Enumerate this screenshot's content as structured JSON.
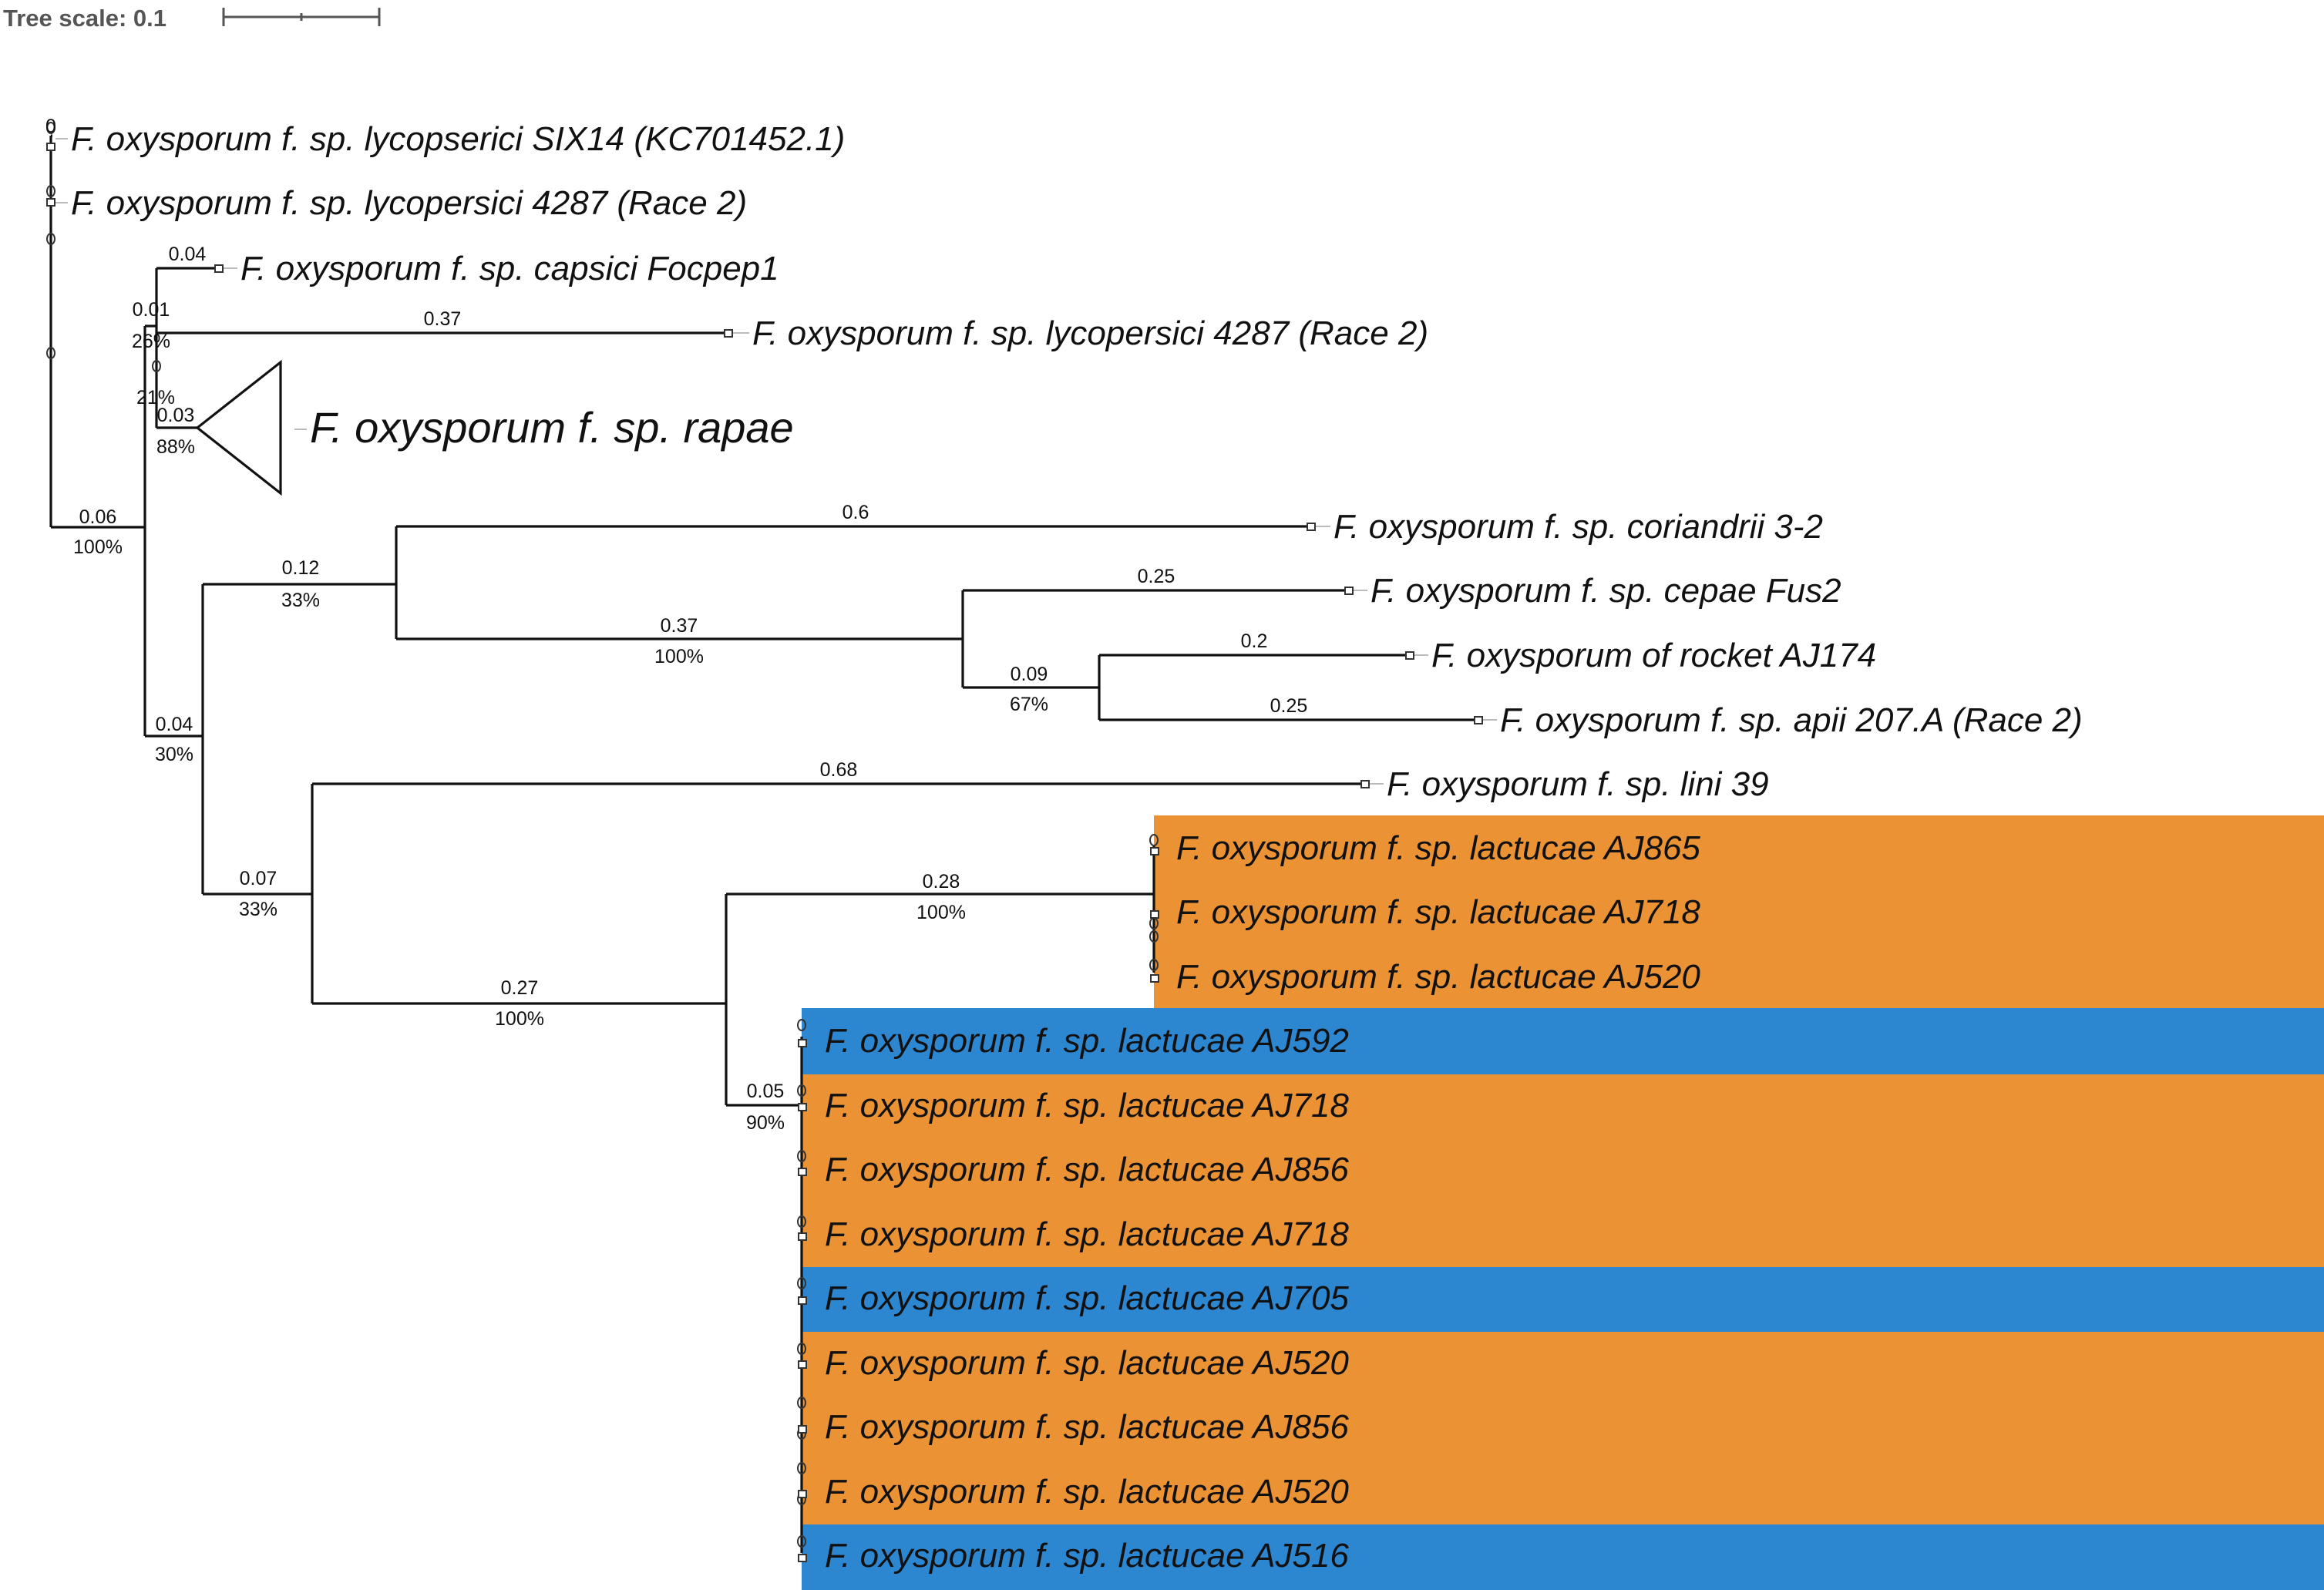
{
  "scale": {
    "title": "Tree scale: 0.1"
  },
  "colors": {
    "orange": "#EB9334",
    "blue": "#2D86D0",
    "branch": "#111111"
  },
  "tips": [
    {
      "label": "F. oxysporum f. sp. lycopserici SIX14 (KC701452.1)",
      "blen": "0"
    },
    {
      "label": "F. oxysporum f. sp. lycopersici 4287 (Race 2)",
      "blen": "0"
    },
    {
      "label": "F. oxysporum f. sp. capsici Focpep1",
      "blen": "0.04"
    },
    {
      "label": "F. oxysporum f. sp. lycopersici 4287 (Race 2)",
      "blen": "0.37"
    },
    {
      "label": "F. oxysporum f. sp. rapae",
      "collapsed": true
    },
    {
      "label": "F. oxysporum f. sp. coriandrii 3-2",
      "blen": "0.6"
    },
    {
      "label": "F. oxysporum f. sp. cepae Fus2",
      "blen": "0.25"
    },
    {
      "label": "F. oxysporum of rocket AJ174",
      "blen": "0.2"
    },
    {
      "label": "F. oxysporum f. sp. apii 207.A (Race 2)",
      "blen": "0.25"
    },
    {
      "label": "F. oxysporum f. sp. lini 39",
      "blen": "0.68"
    },
    {
      "label": "F. oxysporum f. sp. lactucae AJ865",
      "highlight": "orange"
    },
    {
      "label": "F. oxysporum f. sp. lactucae AJ718",
      "highlight": "orange"
    },
    {
      "label": "F. oxysporum f. sp. lactucae AJ520",
      "highlight": "orange"
    },
    {
      "label": "F. oxysporum f. sp. lactucae AJ592",
      "highlight": "blue"
    },
    {
      "label": "F. oxysporum f. sp. lactucae AJ718",
      "highlight": "orange"
    },
    {
      "label": "F. oxysporum f. sp. lactucae AJ856",
      "highlight": "orange"
    },
    {
      "label": "F. oxysporum f. sp. lactucae AJ718",
      "highlight": "orange"
    },
    {
      "label": "F. oxysporum f. sp. lactucae AJ705",
      "highlight": "blue"
    },
    {
      "label": "F. oxysporum f. sp. lactucae AJ520",
      "highlight": "orange"
    },
    {
      "label": "F. oxysporum f. sp. lactucae AJ856",
      "highlight": "orange"
    },
    {
      "label": "F. oxysporum f. sp. lactucae AJ520",
      "highlight": "orange"
    },
    {
      "label": "F. oxysporum f. sp. lactucae AJ516",
      "highlight": "blue"
    }
  ],
  "internal_nodes": [
    {
      "id": "root-clade",
      "length": "0.06",
      "support": "100%"
    },
    {
      "id": "capsici-clade",
      "length": "0.01",
      "support": "26%"
    },
    {
      "id": "rapae-upper",
      "length": "",
      "support": "21%"
    },
    {
      "id": "rapae-clade",
      "length": "0.03",
      "support": "88%"
    },
    {
      "id": "big-clade",
      "length": "0.04",
      "support": "30%"
    },
    {
      "id": "coriandrii-clade",
      "length": "0.12",
      "support": "33%"
    },
    {
      "id": "cepae-clade",
      "length": "0.37",
      "support": "100%"
    },
    {
      "id": "rocket-apii-clade",
      "length": "0.09",
      "support": "67%"
    },
    {
      "id": "lini-clade",
      "length": "0.07",
      "support": "33%"
    },
    {
      "id": "lactucae-clade",
      "length": "0.27",
      "support": "100%"
    },
    {
      "id": "lactucae-a",
      "length": "0.28",
      "support": "100%"
    },
    {
      "id": "lactucae-b",
      "length": "0.05",
      "support": "90%"
    }
  ]
}
